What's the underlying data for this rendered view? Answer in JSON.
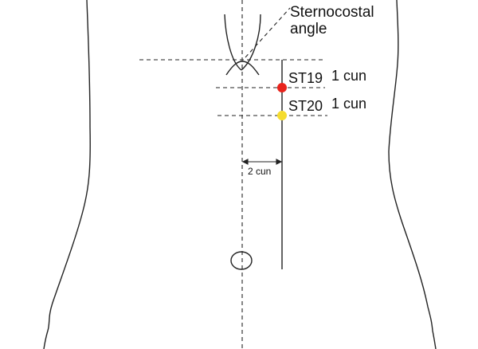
{
  "labels": {
    "sternocostal_line1": "Sternocostal",
    "sternocostal_line2": "angle",
    "st19": "ST19",
    "st19_distance": "1 cun",
    "st20": "ST20",
    "st20_distance": "1 cun",
    "lateral_distance": "2 cun"
  },
  "colors": {
    "st19": "#e8231c",
    "st20": "#f5dc2e",
    "line": "#222222"
  }
}
